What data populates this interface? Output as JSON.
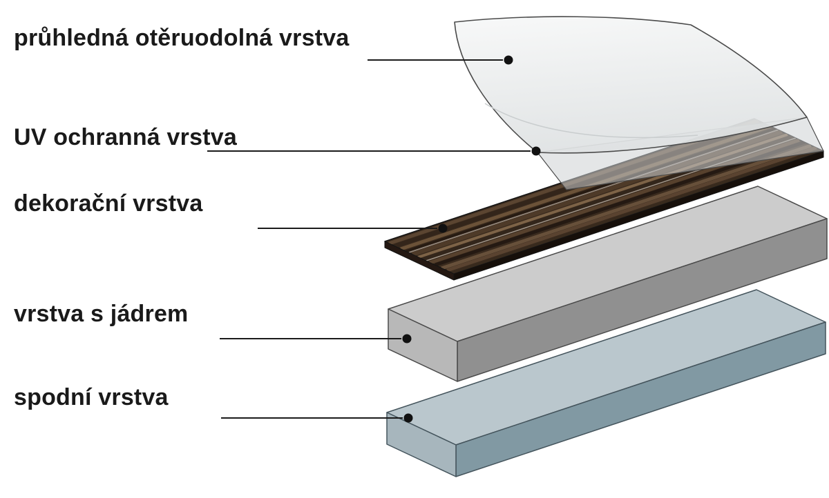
{
  "diagram": {
    "labels": [
      {
        "id": "wear",
        "text": "průhledná otěruodolná vrstva"
      },
      {
        "id": "uv",
        "text": "UV ochranná vrstva"
      },
      {
        "id": "decor",
        "text": "dekorační vrstva"
      },
      {
        "id": "core",
        "text": "vrstva s jádrem"
      },
      {
        "id": "bottom",
        "text": "spodní vrstva"
      }
    ],
    "colors": {
      "background": "#ffffff",
      "label_text": "#1a1a1a",
      "leader_line": "#1a1a1a",
      "leader_dot": "#111111",
      "wear_sheet_light": "#f7f8f8",
      "wear_sheet_dark": "#dfe2e3",
      "uv_sheet": "#cdd2d3",
      "wood_base": "#3a2b1e",
      "wood_front_edge": "#160f0a",
      "wood_end_edge": "#241812",
      "core_top": "#cccccc",
      "core_front": "#909090",
      "core_end": "#b8b8b8",
      "bottom_top": "#bac7cd",
      "bottom_front": "#8199a3",
      "bottom_end": "#a7b6bd"
    }
  }
}
